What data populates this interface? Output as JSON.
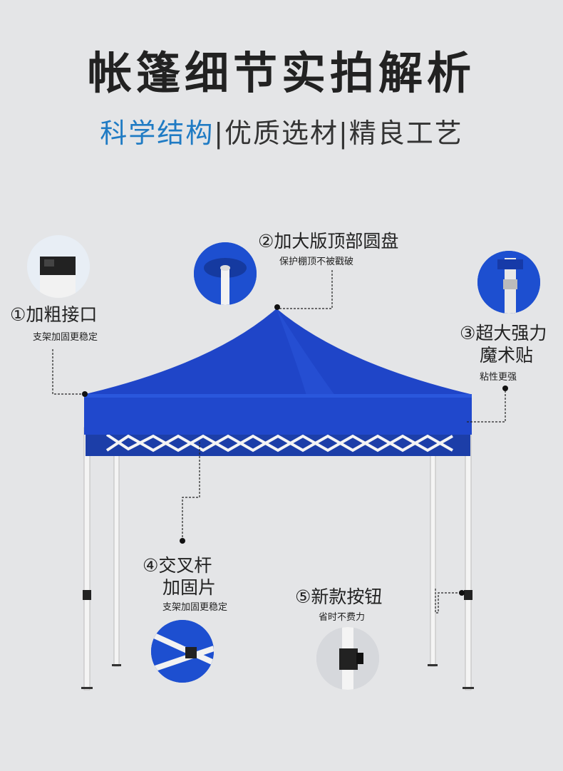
{
  "header": {
    "title": "帐篷细节实拍解析",
    "subtitle_highlight": "科学结构",
    "subtitle_rest": "|优质选材|精良工艺"
  },
  "callouts": [
    {
      "main": "①加粗接口",
      "sub": "支架加固更稳定"
    },
    {
      "main": "②加大版顶部圆盘",
      "sub": "保护棚顶不被戳破"
    },
    {
      "main_line1": "③超大强力",
      "main_line2": "魔术贴",
      "sub": "粘性更强"
    },
    {
      "main_line1": "④交叉杆",
      "main_line2": "加固片",
      "sub": "支架加固更稳定"
    },
    {
      "main": "⑤新款按钮",
      "sub": "省时不费力"
    }
  ],
  "colors": {
    "canopy": "#1f45c8",
    "accent": "#1f7bc4"
  }
}
